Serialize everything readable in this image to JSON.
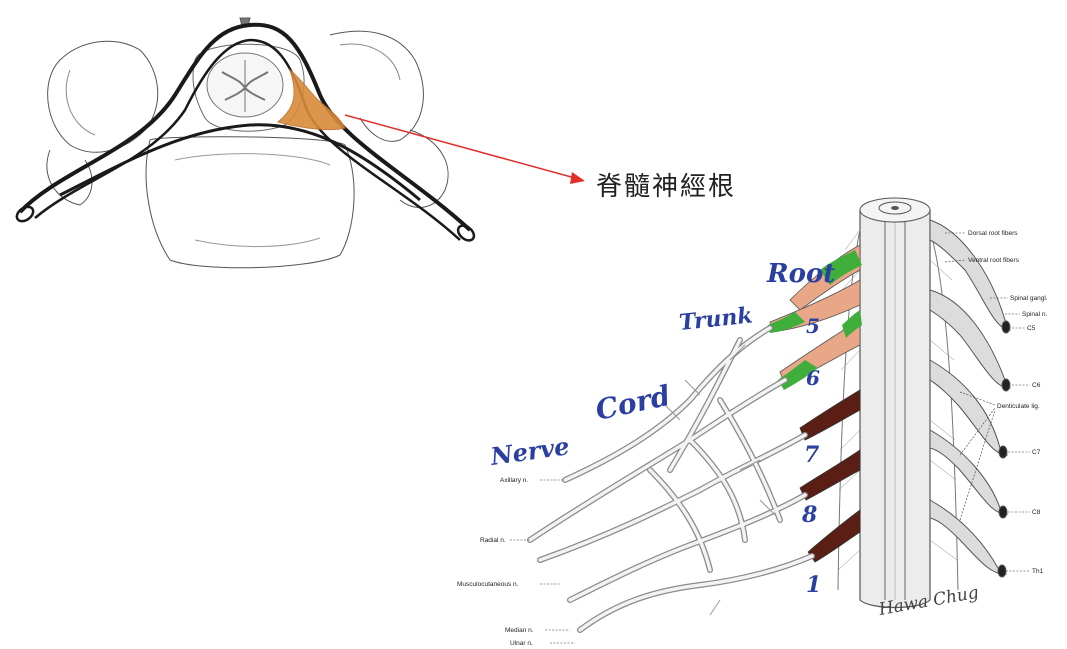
{
  "callout_label": "脊髓神經根",
  "handwritten": {
    "root": "Root",
    "trunk": "Trunk",
    "cord": "Cord",
    "nerve": "Nerve",
    "n5": "5",
    "n6": "6",
    "n7": "7",
    "n8": "8",
    "n1": "1"
  },
  "right_labels": {
    "dorsal_root": "Dorsal root fibers",
    "ventral_root": "Ventral root fibers",
    "spinal_gangl": "Spinal gangl.",
    "spinal_n": "Spinal n.",
    "c5": "C5",
    "c6": "C6",
    "denticulate": "Denticulate lig.",
    "c7": "C7",
    "c8": "C8",
    "th1": "Th1"
  },
  "left_labels": {
    "axillary": "Axillary n.",
    "radial": "Radial n.",
    "musculocutaneous": "Musculocutaneous n.",
    "median": "Median n.",
    "ulnar": "Ulnar n."
  },
  "signature": "Hawa Chug",
  "colors": {
    "arrow": "#e0302a",
    "nerve_root_orange": "#d98a3a",
    "root_green": "#3fae3a",
    "root_salmon": "#e8a888",
    "root_dark": "#5a1e14",
    "ink_blue": "#2a3fa0"
  }
}
